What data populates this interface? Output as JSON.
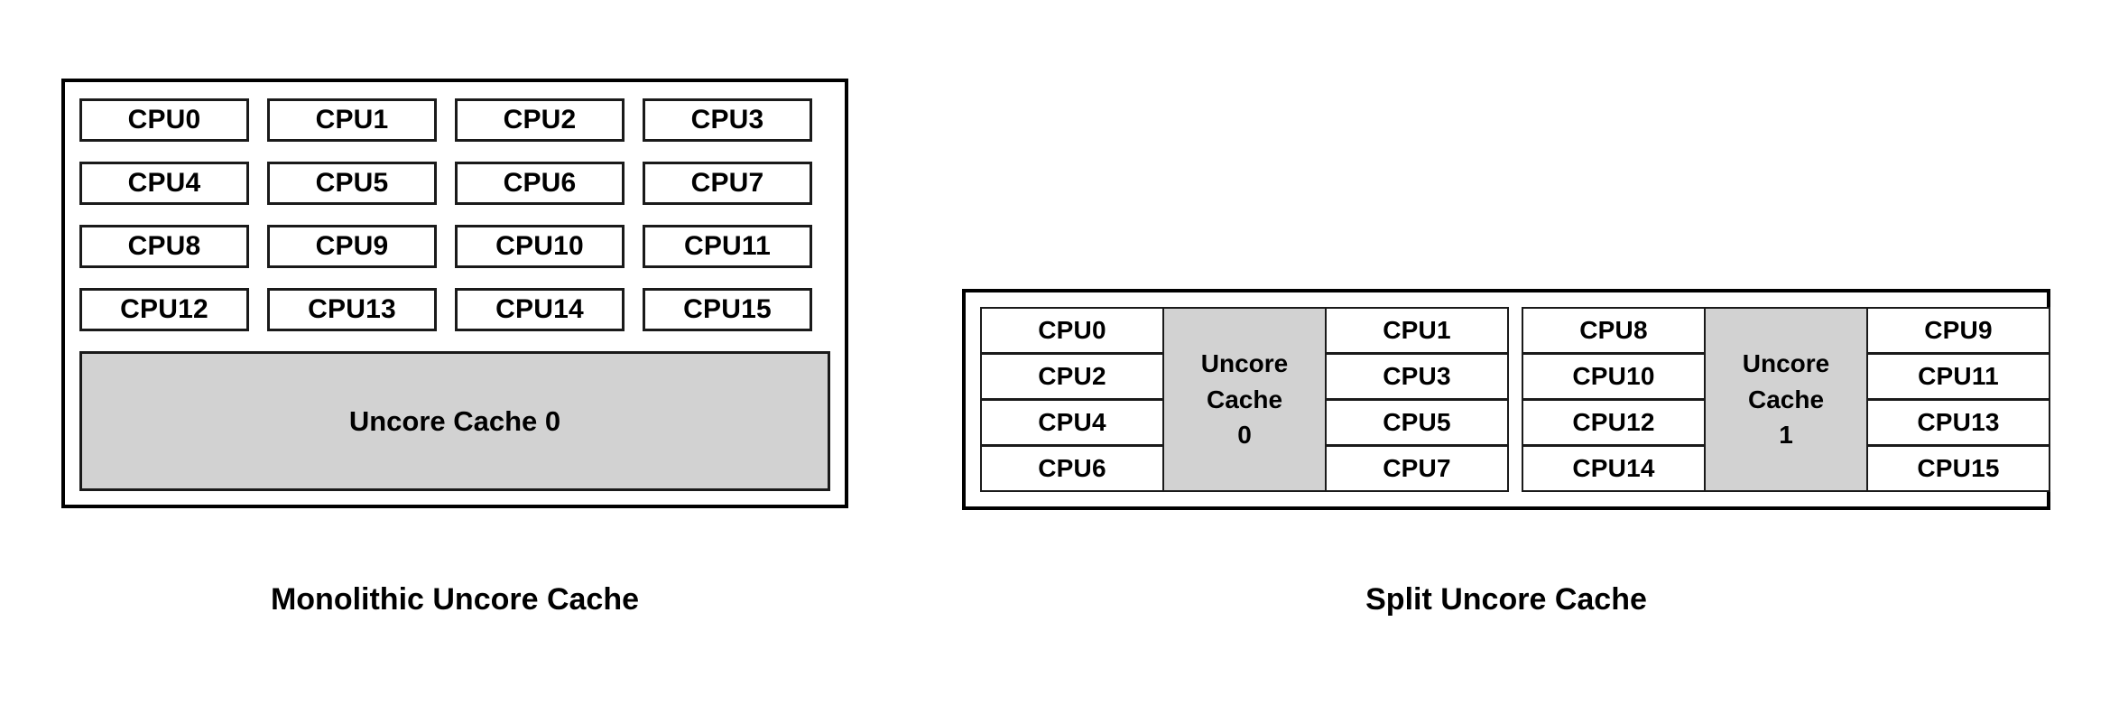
{
  "diagrams": [
    {
      "id": "monolithic",
      "caption": "Monolithic Uncore Cache",
      "cpu_grid": [
        [
          "CPU0",
          "CPU1",
          "CPU2",
          "CPU3"
        ],
        [
          "CPU4",
          "CPU5",
          "CPU6",
          "CPU7"
        ],
        [
          "CPU8",
          "CPU9",
          "CPU10",
          "CPU11"
        ],
        [
          "CPU12",
          "CPU13",
          "CPU14",
          "CPU15"
        ]
      ],
      "cache": {
        "label": "Uncore Cache 0"
      }
    },
    {
      "id": "split",
      "caption": "Split Uncore Cache",
      "halves": [
        {
          "left_cpus": [
            "CPU0",
            "CPU2",
            "CPU4",
            "CPU6"
          ],
          "cache": {
            "line1": "Uncore",
            "line2": "Cache",
            "line3": "0"
          },
          "right_cpus": [
            "CPU1",
            "CPU3",
            "CPU5",
            "CPU7"
          ]
        },
        {
          "left_cpus": [
            "CPU8",
            "CPU10",
            "CPU12",
            "CPU14"
          ],
          "cache": {
            "line1": "Uncore",
            "line2": "Cache",
            "line3": "1"
          },
          "right_cpus": [
            "CPU9",
            "CPU11",
            "CPU13",
            "CPU15"
          ]
        }
      ]
    }
  ],
  "colors": {
    "cache_fill": "#d2d2d2",
    "border": "#1a1a1a",
    "background": "#ffffff",
    "text": "#000000"
  }
}
